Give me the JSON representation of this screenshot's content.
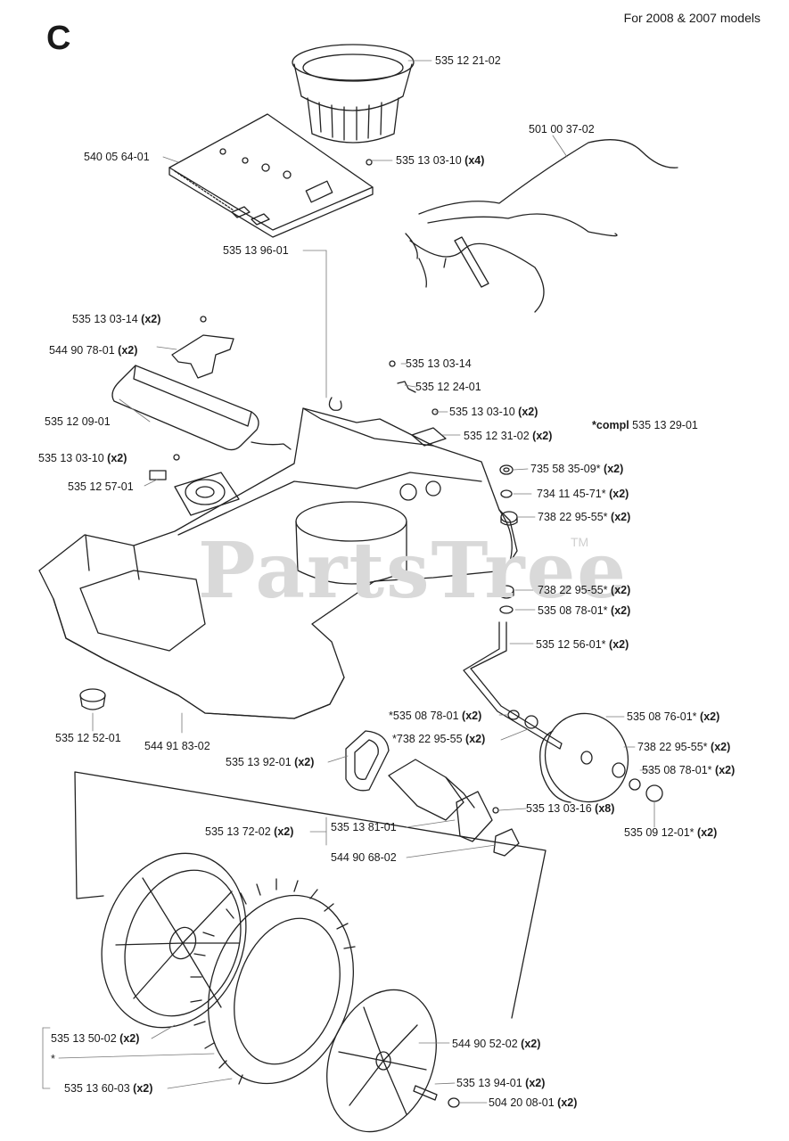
{
  "header": {
    "section_letter": "C",
    "note": "For 2008 & 2007 models"
  },
  "watermark": {
    "text": "PartsTree",
    "tm": "TM"
  },
  "compl_note": {
    "prefix": "*compl",
    "part": "535 13 29-01"
  },
  "labels": [
    {
      "id": "l01",
      "part": "535 12 21-02",
      "qty": ""
    },
    {
      "id": "l02",
      "part": "501 00 37-02",
      "qty": ""
    },
    {
      "id": "l03",
      "part": "540 05 64-01",
      "qty": ""
    },
    {
      "id": "l04",
      "part": "535 13 03-10",
      "qty": "(x4)"
    },
    {
      "id": "l05",
      "part": "535 13 96-01",
      "qty": ""
    },
    {
      "id": "l06",
      "part": "535 13 03-14",
      "qty": "(x2)"
    },
    {
      "id": "l07",
      "part": "544 90 78-01",
      "qty": "(x2)"
    },
    {
      "id": "l08",
      "part": "535 13 03-14",
      "qty": ""
    },
    {
      "id": "l09",
      "part": "535 12 24-01",
      "qty": ""
    },
    {
      "id": "l10",
      "part": "535 13 03-10",
      "qty": "(x2)"
    },
    {
      "id": "l11",
      "part": "535 12 09-01",
      "qty": ""
    },
    {
      "id": "l12",
      "part": "535 12 31-02",
      "qty": "(x2)"
    },
    {
      "id": "l13",
      "part": "535 13 03-10",
      "qty": "(x2)"
    },
    {
      "id": "l14",
      "part": "735 58 35-09*",
      "qty": "(x2)"
    },
    {
      "id": "l15",
      "part": "535 12 57-01",
      "qty": ""
    },
    {
      "id": "l16",
      "part": "734 11 45-71*",
      "qty": "(x2)"
    },
    {
      "id": "l17",
      "part": "738 22 95-55*",
      "qty": "(x2)"
    },
    {
      "id": "l18",
      "part": "738 22 95-55*",
      "qty": "(x2)"
    },
    {
      "id": "l19",
      "part": "535 08 78-01*",
      "qty": "(x2)"
    },
    {
      "id": "l20",
      "part": "535 12 56-01*",
      "qty": "(x2)"
    },
    {
      "id": "l21",
      "part": "*535 08 78-01",
      "qty": "(x2)"
    },
    {
      "id": "l22",
      "part": "535 08 76-01*",
      "qty": "(x2)"
    },
    {
      "id": "l23",
      "part": "*738 22 95-55",
      "qty": "(x2)"
    },
    {
      "id": "l24",
      "part": "738 22 95-55*",
      "qty": "(x2)"
    },
    {
      "id": "l25",
      "part": "535 12 52-01",
      "qty": ""
    },
    {
      "id": "l26",
      "part": "544 91 83-02",
      "qty": ""
    },
    {
      "id": "l27",
      "part": "535 13 92-01",
      "qty": "(x2)"
    },
    {
      "id": "l28",
      "part": "535 08 78-01*",
      "qty": "(x2)"
    },
    {
      "id": "l29",
      "part": "535 13 03-16",
      "qty": "(x8)"
    },
    {
      "id": "l30",
      "part": "535 13 72-02",
      "qty": "(x2)"
    },
    {
      "id": "l31",
      "part": "535 13 81-01",
      "qty": ""
    },
    {
      "id": "l32",
      "part": "535 09 12-01*",
      "qty": "(x2)"
    },
    {
      "id": "l33",
      "part": "544 90 68-02",
      "qty": ""
    },
    {
      "id": "l34",
      "part": "535 13 50-02",
      "qty": "(x2)"
    },
    {
      "id": "l35",
      "part": "*",
      "qty": ""
    },
    {
      "id": "l36",
      "part": "544 90 52-02",
      "qty": "(x2)"
    },
    {
      "id": "l37",
      "part": "535 13 94-01",
      "qty": "(x2)"
    },
    {
      "id": "l38",
      "part": "535 13 60-03",
      "qty": "(x2)"
    },
    {
      "id": "l39",
      "part": "504 20 08-01",
      "qty": "(x2)"
    }
  ]
}
